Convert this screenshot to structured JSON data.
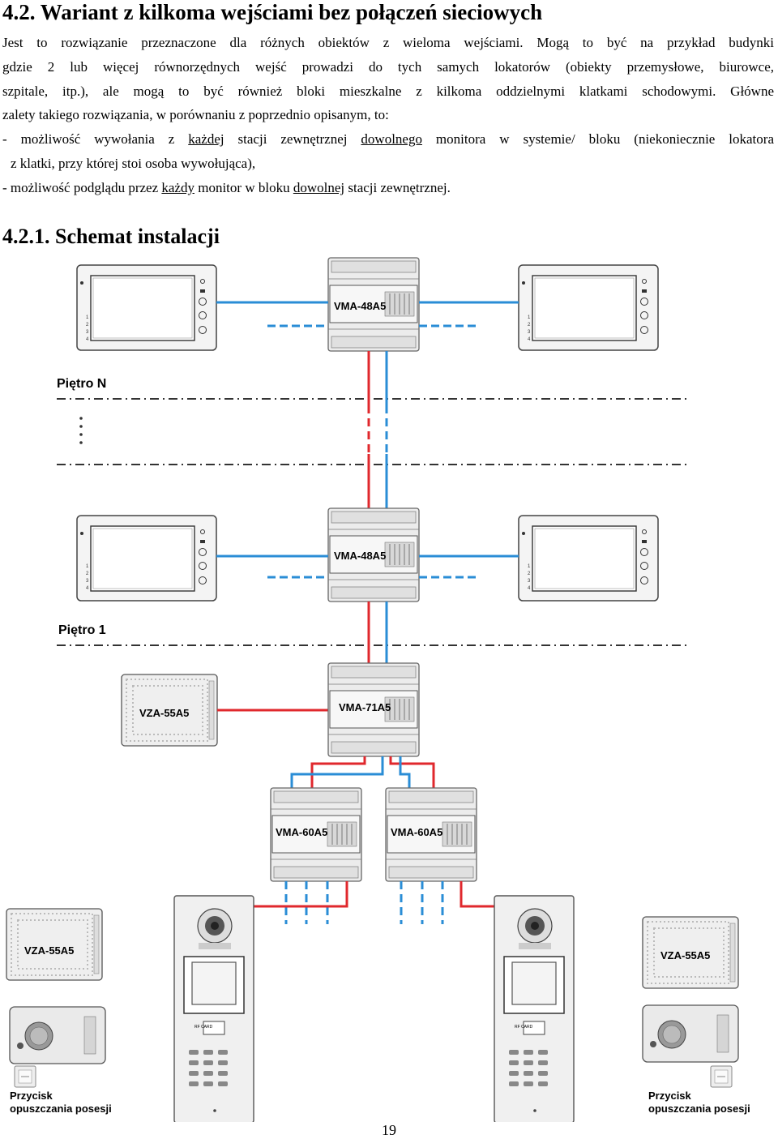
{
  "heading": "4.2. Wariant z kilkoma wejściami bez połączeń sieciowych",
  "intro": {
    "l1": "Jest to rozwiązanie przeznaczone dla różnych obiektów z wieloma wejściami. Mogą to być na przykład budynki",
    "l2": "gdzie 2 lub więcej równorzędnych wejść prowadzi do tych samych lokatorów (obiekty przemysłowe, biurowce,",
    "l3": "szpitale, itp.), ale mogą to być również bloki mieszkalne z kilkoma oddzielnymi klatkami schodowymi. Główne",
    "l4": "zalety takiego rozwiązania, w porównaniu z poprzednio opisanym, to:"
  },
  "bullet1": {
    "a": "- możliwość wywołania z ",
    "u1": "każdej",
    "b": " stacji zewnętrznej ",
    "u2": "dowolnego",
    "c": " monitora w systemie/ bloku (niekoniecznie lokatora",
    "l2": "z klatki, przy której stoi osoba wywołująca),"
  },
  "bullet2": {
    "a": "- możliwość podglądu przez ",
    "u1": "każdy",
    "b": " monitor w bloku ",
    "u2": "dowolnej",
    "c": " stacji zewnętrznej."
  },
  "subheading": "4.2.1. Schemat instalacji",
  "diagram": {
    "floor_top": "Piętro N",
    "floor_bottom": "Piętro 1",
    "distributor_top": "VMA-48A5",
    "distributor_mid": "VMA-48A5",
    "distributor_main": "VMA-71A5",
    "splitter_left": "VMA-60A5",
    "splitter_right": "VMA-60A5",
    "psu_center": "VZA-55A5",
    "psu_left": "VZA-55A5",
    "psu_right": "VZA-55A5",
    "monitor_side_labels": [
      "1",
      "2",
      "3",
      "4"
    ],
    "rfid_label": "RF CARD",
    "exit_button_left": [
      "Przycisk",
      "opuszczania posesji"
    ],
    "exit_button_right": [
      "Przycisk",
      "opuszczania posesji"
    ]
  },
  "colors": {
    "red_wire": "#e0282d",
    "blue_wire": "#2a8dd6",
    "device_gray": "#d9d9d9"
  },
  "page_number": "19"
}
